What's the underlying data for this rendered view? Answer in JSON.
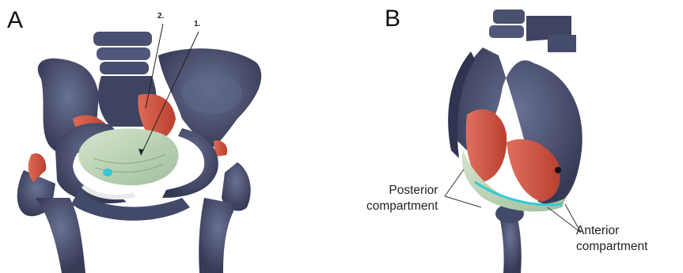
{
  "panels": [
    {
      "letter": "A",
      "markers": [
        "2.",
        "1."
      ],
      "colors": {
        "bone": "#4b5273",
        "muscle": "#c8503f",
        "pelvic_floor": "#b8cfb0",
        "highlight": "#35c8d6"
      }
    },
    {
      "letter": "B",
      "labels": {
        "posterior_line1": "Posterior",
        "posterior_line2": "compartment",
        "anterior_line1": "Anterior",
        "anterior_line2": "compartment"
      },
      "colors": {
        "bone": "#4b5273",
        "muscle": "#c8503f",
        "pelvic_floor": "#b8cfb0",
        "highlight": "#35c8d6"
      }
    }
  ]
}
